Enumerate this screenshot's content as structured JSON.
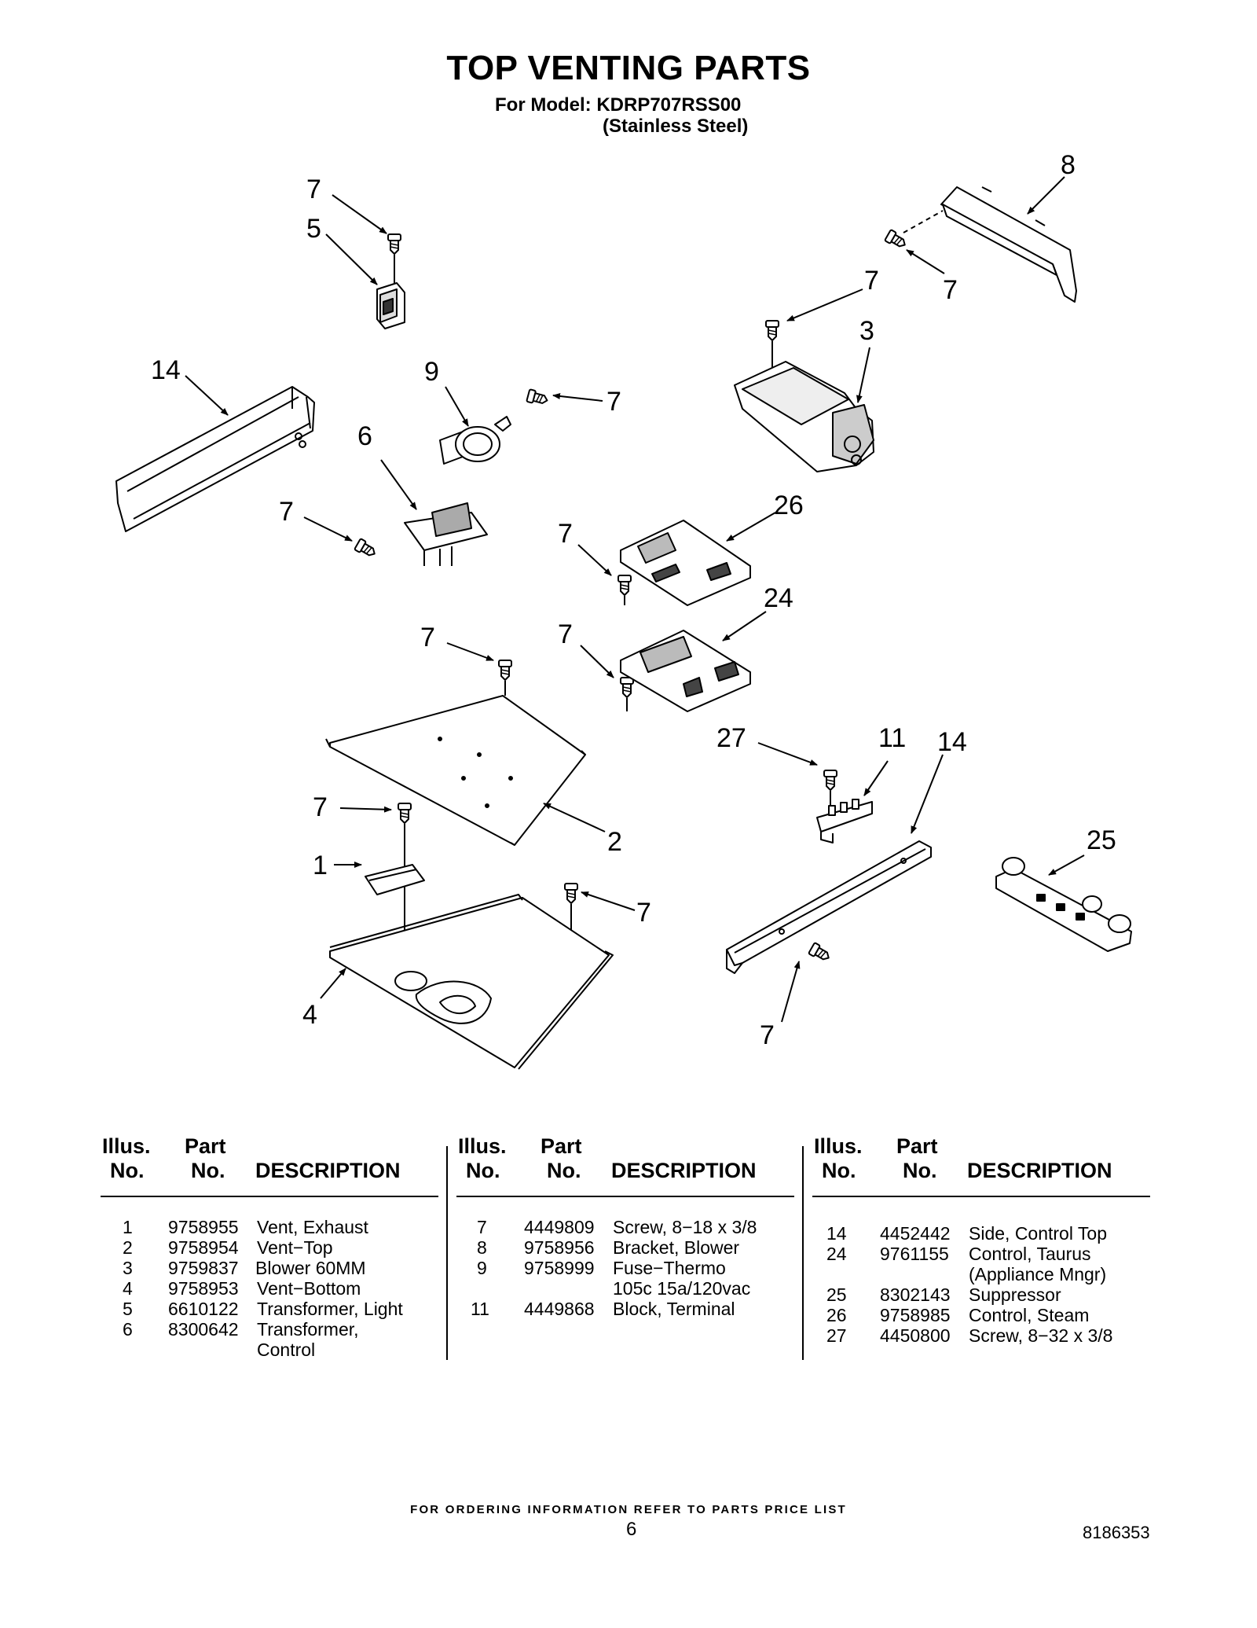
{
  "header": {
    "title": "TOP VENTING PARTS",
    "model_line": "For Model: KDRP707RSS00",
    "finish_line": "(Stainless Steel)"
  },
  "diagram": {
    "callouts": [
      "7",
      "5",
      "8",
      "7",
      "7",
      "14",
      "9",
      "7",
      "3",
      "6",
      "7",
      "26",
      "7",
      "24",
      "7",
      "7",
      "27",
      "11",
      "14",
      "7",
      "2",
      "1",
      "25",
      "7",
      "4",
      "7"
    ]
  },
  "table": {
    "header": {
      "illus": [
        "Illus.",
        "No."
      ],
      "part": [
        "Part",
        "No."
      ],
      "desc": "DESCRIPTION"
    },
    "columns": [
      {
        "rows": [
          {
            "illus": "1",
            "part": "9758955",
            "desc": "Vent, Exhaust"
          },
          {
            "illus": "2",
            "part": "9758954",
            "desc": "Vent−Top"
          },
          {
            "illus": "3",
            "part": "9759837",
            "desc": "Blower 60MM"
          },
          {
            "illus": "4",
            "part": "9758953",
            "desc": "Vent−Bottom"
          },
          {
            "illus": "5",
            "part": "6610122",
            "desc": "Transformer, Light"
          },
          {
            "illus": "6",
            "part": "8300642",
            "desc": "Transformer,"
          },
          {
            "illus": "",
            "part": "",
            "desc": "Control"
          }
        ]
      },
      {
        "rows": [
          {
            "illus": "7",
            "part": "4449809",
            "desc": "Screw, 8−18 x 3/8"
          },
          {
            "illus": "8",
            "part": "9758956",
            "desc": "Bracket, Blower"
          },
          {
            "illus": "9",
            "part": "9758999",
            "desc": "Fuse−Thermo"
          },
          {
            "illus": "",
            "part": "",
            "desc": "105c 15a/120vac"
          },
          {
            "illus": "11",
            "part": "4449868",
            "desc": "Block, Terminal"
          }
        ]
      },
      {
        "rows": [
          {
            "illus": "14",
            "part": "4452442",
            "desc": "Side, Control Top"
          },
          {
            "illus": "24",
            "part": "9761155",
            "desc": "Control, Taurus"
          },
          {
            "illus": "",
            "part": "",
            "desc": "(Appliance Mngr)"
          },
          {
            "illus": "25",
            "part": "8302143",
            "desc": "Suppressor"
          },
          {
            "illus": "26",
            "part": "9758985",
            "desc": "Control, Steam"
          },
          {
            "illus": "27",
            "part": "4450800",
            "desc": "Screw, 8−32 x 3/8"
          }
        ]
      }
    ]
  },
  "footer": {
    "note": "FOR ORDERING INFORMATION REFER TO PARTS PRICE LIST",
    "page_number": "6",
    "document_number": "8186353"
  }
}
